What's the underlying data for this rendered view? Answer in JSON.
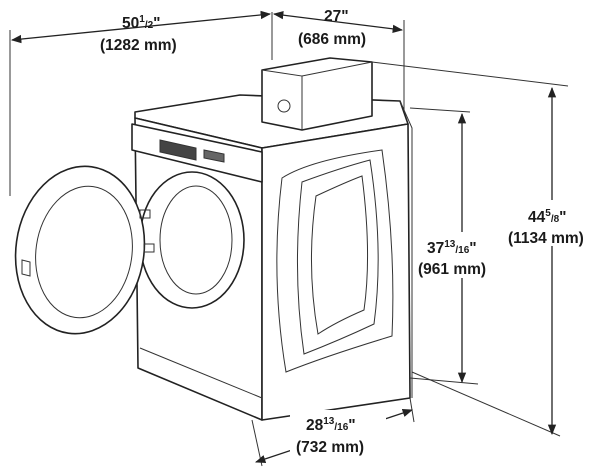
{
  "dimensions": {
    "depth_door_open": {
      "whole": "50",
      "frac_num": "1",
      "frac_den": "2",
      "inch_mark": "\"",
      "metric": "(1282 mm)"
    },
    "width": {
      "whole": "27",
      "inch_mark": "\"",
      "metric": "(686 mm)"
    },
    "height_top": {
      "whole": "37",
      "frac_num": "13",
      "frac_den": "16",
      "inch_mark": "\"",
      "metric": "(961 mm)"
    },
    "height_coinbox": {
      "whole": "44",
      "frac_num": "5",
      "frac_den": "8",
      "inch_mark": "\"",
      "metric": "(1134 mm)"
    },
    "depth": {
      "whole": "28",
      "frac_num": "13",
      "frac_den": "16",
      "inch_mark": "\"",
      "metric": "(732 mm)"
    }
  },
  "colors": {
    "line": "#222222",
    "background": "#ffffff"
  }
}
